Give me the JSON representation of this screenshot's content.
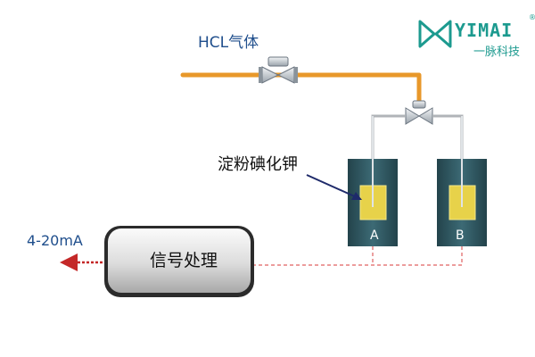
{
  "diagram": {
    "gas_label": "HCL气体",
    "reagent_label": "淀粉碘化钾",
    "output_signal": "4-20mA",
    "processor_label": "信号处理",
    "tanks": [
      {
        "label": "A"
      },
      {
        "label": "B"
      }
    ]
  },
  "brand": {
    "name": "YIMAI",
    "registered_mark": "®",
    "subtitle": "一脉科技",
    "logo_icon": "yimai-logo-icon"
  },
  "colors": {
    "gas_pipe": "#e8982a",
    "branch_pipe": "#b0b4b8",
    "tank_body": "#2f5761",
    "tank_liquid": "#e7d24a",
    "signal_line": "#e06060",
    "output_arrow": "#c42828",
    "label_blue": "#1f4e8c",
    "brand": "#1c9a8f"
  }
}
